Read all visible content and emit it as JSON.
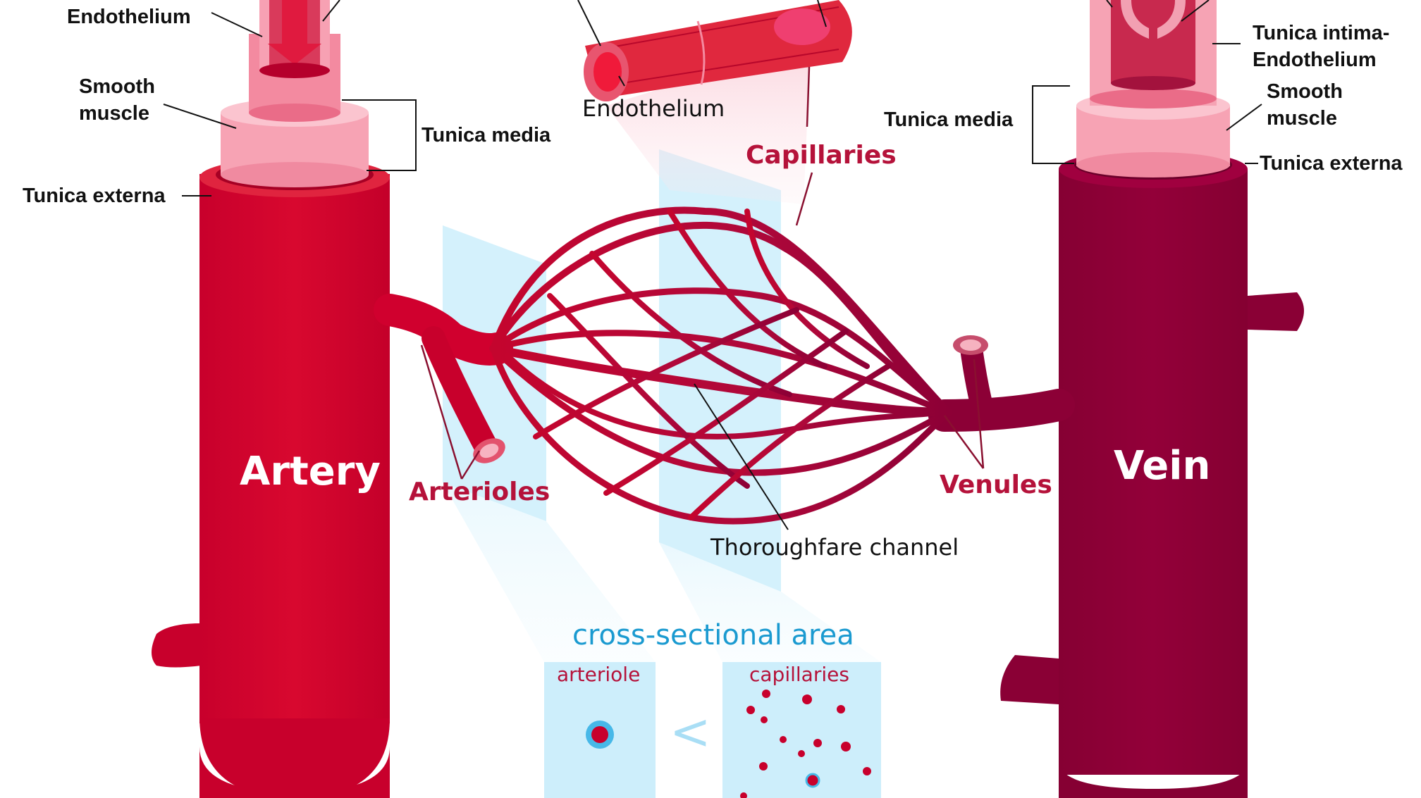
{
  "colors": {
    "artery": "#d4002f",
    "artery_dark": "#a80026",
    "vein": "#8f0038",
    "vein_dark": "#6c002a",
    "inner_pink": "#f48aa0",
    "light_pink": "#fbc4cf",
    "panel_blue": "#cdeefb",
    "label_red": "#b5123a",
    "label_blue": "#1a9ad0"
  },
  "artery": {
    "name": "Artery",
    "endothelium": "Endothelium",
    "smooth_muscle": "Smooth\nmuscle",
    "tunica_media": "Tunica media",
    "tunica_externa": "Tunica externa"
  },
  "capillary_detail": {
    "endothelium": "Endothelium",
    "capillaries": "Capillaries"
  },
  "vein": {
    "name": "Vein",
    "tunica_intima": "Tunica intima-\nEndothelium",
    "smooth_muscle": "Smooth\nmuscle",
    "tunica_media": "Tunica media",
    "tunica_externa": "Tunica externa"
  },
  "network": {
    "arterioles": "Arterioles",
    "venules": "Venules",
    "thoroughfare": "Thoroughfare channel"
  },
  "cross_section": {
    "title": "cross-sectional area",
    "left_label": "arteriole",
    "comparator": "<",
    "right_label": "capillaries"
  }
}
